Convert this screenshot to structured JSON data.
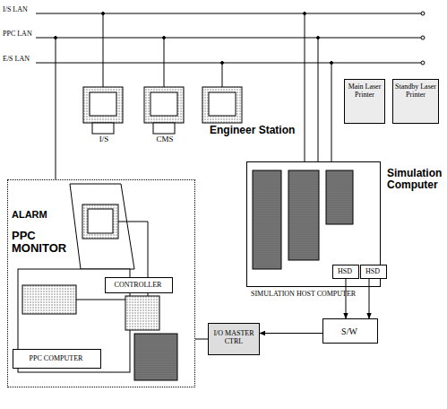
{
  "diagram": {
    "nodes": [
      {
        "text": [
          "I/S"
        ]
      },
      {
        "text": [
          "CMS"
        ]
      },
      {
        "text": [
          "Engineer Station"
        ]
      },
      {
        "text": [
          "Main Laser Printer"
        ]
      },
      {
        "text": [
          "Standby Laser Printer"
        ]
      },
      {
        "text": [
          "SIMULATION HOST COMPUTER",
          "Simulation Computer"
        ]
      },
      {
        "text": [
          "HSD"
        ],
        "in": 5
      },
      {
        "text": [
          "HSD"
        ],
        "in": 5
      },
      {
        "text": [
          "S/W"
        ]
      },
      {
        "text": [
          "I/O MASTER CTRL"
        ]
      },
      {
        "text": [
          "ALARM",
          "PPC MONITOR"
        ]
      },
      {
        "text": [
          "CONTROLLER"
        ],
        "in": 10
      },
      {
        "text": [
          "PPC COMPUTER"
        ],
        "in": 10
      }
    ],
    "edges": [
      {
        "from": 6,
        "to": 8,
        "arrow": "to"
      },
      {
        "from": 7,
        "to": 8,
        "arrow": "to"
      },
      {
        "from": 8,
        "to": 9,
        "arrow": "to"
      },
      {
        "from": 9,
        "to": 10,
        "arrow": "none"
      }
    ],
    "labels": [
      "I/S LAN",
      "PPC LAN",
      "E/S LAN"
    ]
  }
}
